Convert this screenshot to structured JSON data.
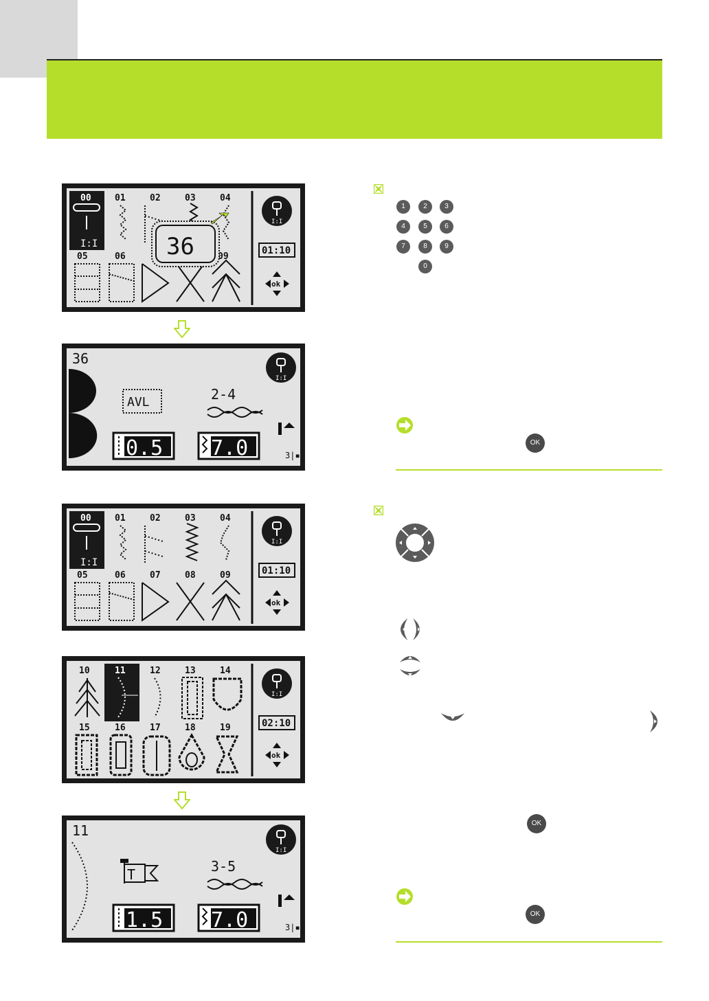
{
  "screen1": {
    "stitch_numbers_top": [
      "00",
      "01",
      "02",
      "03",
      "04"
    ],
    "stitch_numbers_bottom": [
      "05",
      "06",
      "",
      "",
      "09"
    ],
    "popup_value": "36",
    "time": "01:10",
    "ok_label": "ok"
  },
  "screen2": {
    "stitch_number": "36",
    "foot_label": "AVL",
    "tension": "2-4",
    "stitch_length": "0.5",
    "stitch_width": "7.0"
  },
  "screen3": {
    "stitch_numbers_top": [
      "00",
      "01",
      "02",
      "03",
      "04"
    ],
    "stitch_numbers_bottom": [
      "05",
      "06",
      "07",
      "08",
      "09"
    ],
    "time": "01:10",
    "ok_label": "ok"
  },
  "screen4": {
    "stitch_numbers_top": [
      "10",
      "11",
      "12",
      "13",
      "14"
    ],
    "stitch_numbers_bottom": [
      "15",
      "16",
      "17",
      "18",
      "19"
    ],
    "time": "02:10",
    "ok_label": "ok"
  },
  "screen5": {
    "stitch_number": "11",
    "foot_label": "T",
    "tension": "3-5",
    "stitch_length": "1.5",
    "stitch_width": "7.0"
  },
  "keypad": [
    "1",
    "2",
    "3",
    "4",
    "5",
    "6",
    "7",
    "8",
    "9",
    "0"
  ],
  "ok_button_label": "OK",
  "colors": {
    "accent_green": "#b5de2b",
    "lcd_bg": "#e3e3e3",
    "lcd_frame": "#1a1a1a"
  }
}
